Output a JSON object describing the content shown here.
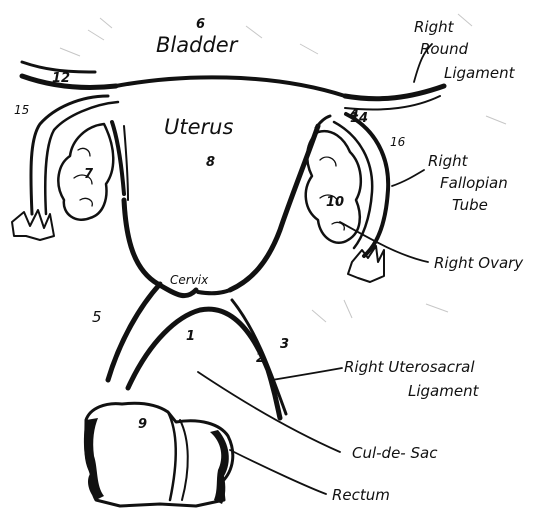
{
  "labels": {
    "bladder": "Bladder",
    "uterus": "Uterus",
    "cervix": "Cervix",
    "right_round_ligament_1": "Right",
    "right_round_ligament_2": "Round",
    "right_round_ligament_3": "Ligament",
    "right_fallopian_tube_1": "Right",
    "right_fallopian_tube_2": "Fallopian",
    "right_fallopian_tube_3": "Tube",
    "right_ovary": "Right Ovary",
    "right_uterosacral_1": "Right Uterosacral",
    "right_uterosacral_2": "Ligament",
    "cul_de_sac": "Cul-de- Sac",
    "rectum": "Rectum"
  },
  "numbers": {
    "n1": "1",
    "n2": "2",
    "n3": "3",
    "n4": "4",
    "n5": "5",
    "n6": "6",
    "n7": "7",
    "n8": "8",
    "n9": "9",
    "n10": "10",
    "n12": "12",
    "n14": "14",
    "n15": "15",
    "n16": "16"
  }
}
